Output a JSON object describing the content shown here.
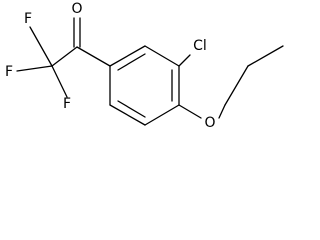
{
  "molecule": {
    "atoms": {
      "carbonyl_oxygen": "O",
      "fluorine_top": "F",
      "fluorine_left": "F",
      "fluorine_bottom": "F",
      "chlorine": "Cl",
      "ether_oxygen": "O"
    },
    "colors": {
      "bond": "#000000",
      "label": "#000000",
      "background": "#ffffff"
    }
  }
}
